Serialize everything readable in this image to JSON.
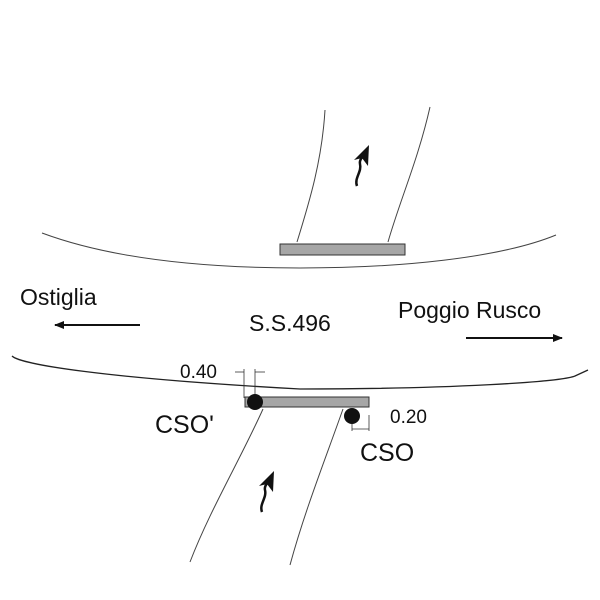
{
  "labels": {
    "west_direction": "Ostiglia",
    "east_direction": "Poggio Rusco",
    "road_name": "S.S.496",
    "offset_left": "0.40",
    "offset_right": "0.20",
    "sensor_left": "CSO'",
    "sensor_right": "CSO"
  },
  "colors": {
    "bar_fill": "#a6a6a6",
    "line": "#222222"
  }
}
